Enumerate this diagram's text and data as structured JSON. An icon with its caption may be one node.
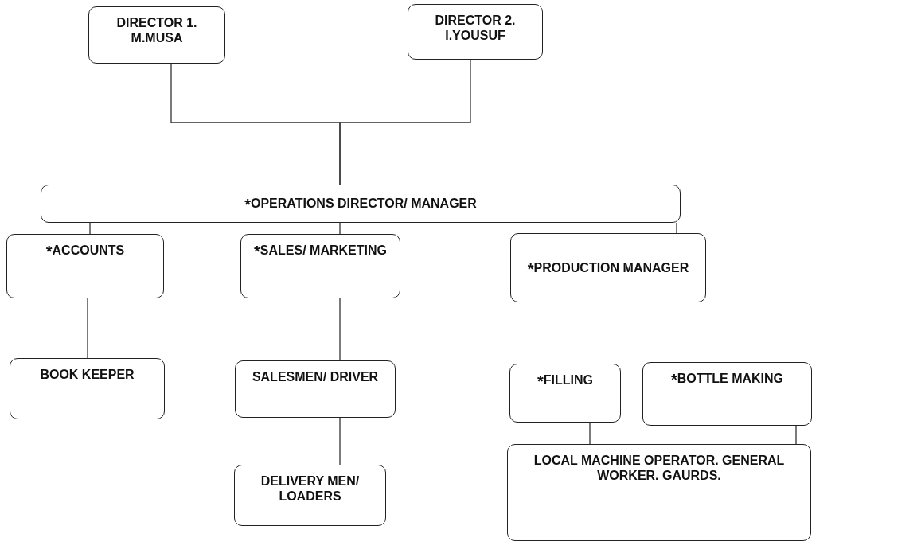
{
  "diagram": {
    "nodes": [
      {
        "text": [
          "DIRECTOR 1. M.MUSA"
        ]
      },
      {
        "text": [
          "DIRECTOR 2. I.YOUSUF"
        ]
      },
      {
        "text": [
          "$^{*}$OPERATIONS DIRECTOR/ MANAGER"
        ]
      },
      {
        "text": [
          "$^{*}$ACCOUNTS"
        ]
      },
      {
        "text": [
          "$^{*}$SALES/ MARKETING"
        ]
      },
      {
        "text": [
          "$^{*}$PRODUCTION MANAGER"
        ]
      },
      {
        "text": [
          "BOOK KEEPER"
        ]
      },
      {
        "text": [
          "SALESMEN/ DRIVER"
        ]
      },
      {
        "text": [
          "DELIVERY MEN/ LOADERS"
        ]
      },
      {
        "text": [
          "$^{*}$FILLING"
        ]
      },
      {
        "text": [
          "$^{*}$BOTTLE MAKING"
        ]
      },
      {
        "text": [
          "LOCAL MACHINE OPERATOR. GENERAL WORKER. GAURDS."
        ]
      }
    ],
    "edges": [
      {
        "from": 0,
        "to": 2,
        "arrow": "none"
      },
      {
        "from": 1,
        "to": 2,
        "arrow": "none"
      },
      {
        "from": 2,
        "to": 3,
        "arrow": "none"
      },
      {
        "from": 2,
        "to": 4,
        "arrow": "none"
      },
      {
        "from": 2,
        "to": 5,
        "arrow": "none"
      },
      {
        "from": 3,
        "to": 6,
        "arrow": "none"
      },
      {
        "from": 4,
        "to": 7,
        "arrow": "none"
      },
      {
        "from": 7,
        "to": 8,
        "arrow": "none"
      },
      {
        "from": 9,
        "to": 11,
        "arrow": "none"
      },
      {
        "from": 10,
        "to": 11,
        "arrow": "none"
      }
    ]
  }
}
